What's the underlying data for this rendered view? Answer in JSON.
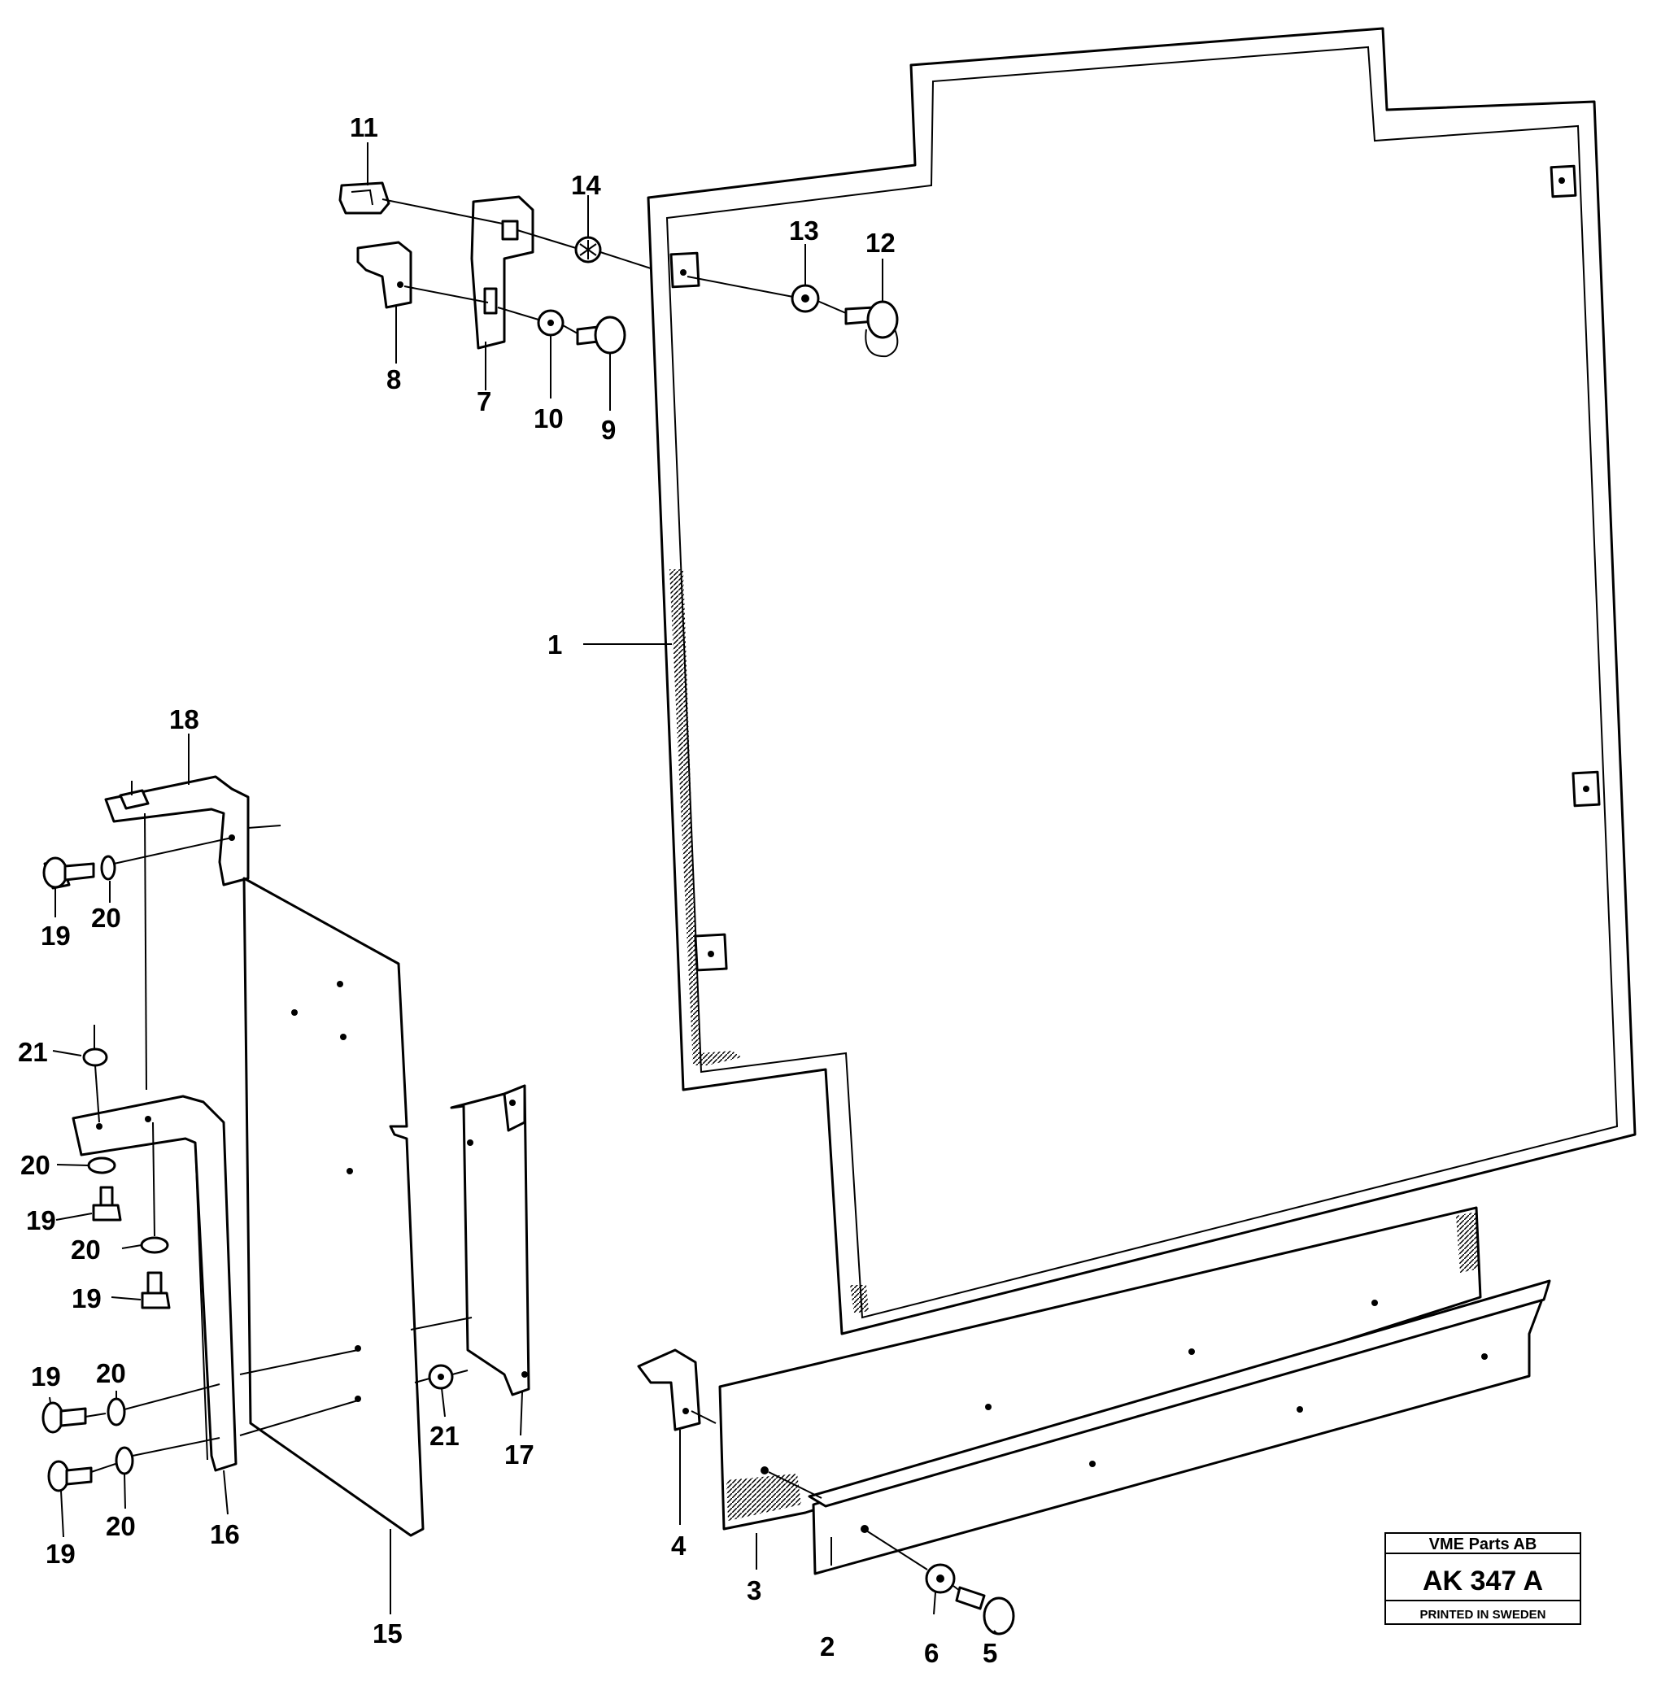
{
  "diagram": {
    "callouts": {
      "c1": "1",
      "c2": "2",
      "c3": "3",
      "c4": "4",
      "c5": "5",
      "c6": "6",
      "c7": "7",
      "c8": "8",
      "c9": "9",
      "c10": "10",
      "c11": "11",
      "c12": "12",
      "c13": "13",
      "c14": "14",
      "c15": "15",
      "c16": "16",
      "c17": "17",
      "c18": "18",
      "c19a": "19",
      "c19b": "19",
      "c19c": "19",
      "c19d": "19",
      "c19e": "19",
      "c20a": "20",
      "c20b": "20",
      "c20c": "20",
      "c20d": "20",
      "c20e": "20",
      "c21a": "21",
      "c21b": "21"
    }
  },
  "stamp": {
    "company": "VME Parts AB",
    "code": "AK 347 A",
    "printed": "PRINTED IN SWEDEN"
  }
}
